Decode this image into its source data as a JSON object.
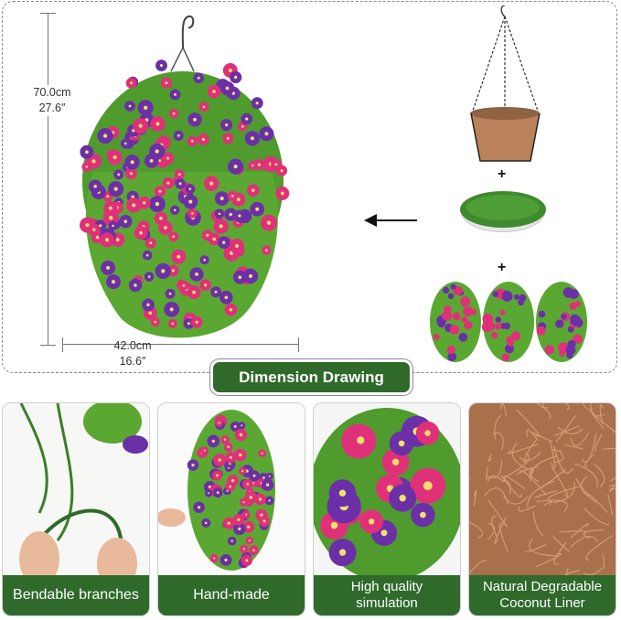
{
  "dimensions": {
    "height_cm": "70.0cm",
    "height_in": "27.6″",
    "width_cm": "42.0cm",
    "width_in": "16.6″"
  },
  "section_title": "Dimension Drawing",
  "plus_sign": "+",
  "features": [
    {
      "label": "Bendable branches"
    },
    {
      "label": "Hand-made"
    },
    {
      "label_line1": "High quality",
      "label_line2": "simulation"
    },
    {
      "label_line1": "Natural Degradable",
      "label_line2": "Coconut Liner"
    }
  ],
  "colors": {
    "accent_green": "#2f6a2b",
    "petal_pink": "#e0307a",
    "petal_purple": "#6b2fa8",
    "leaf_green": "#4f9b2e",
    "coconut": "#b9825a"
  }
}
